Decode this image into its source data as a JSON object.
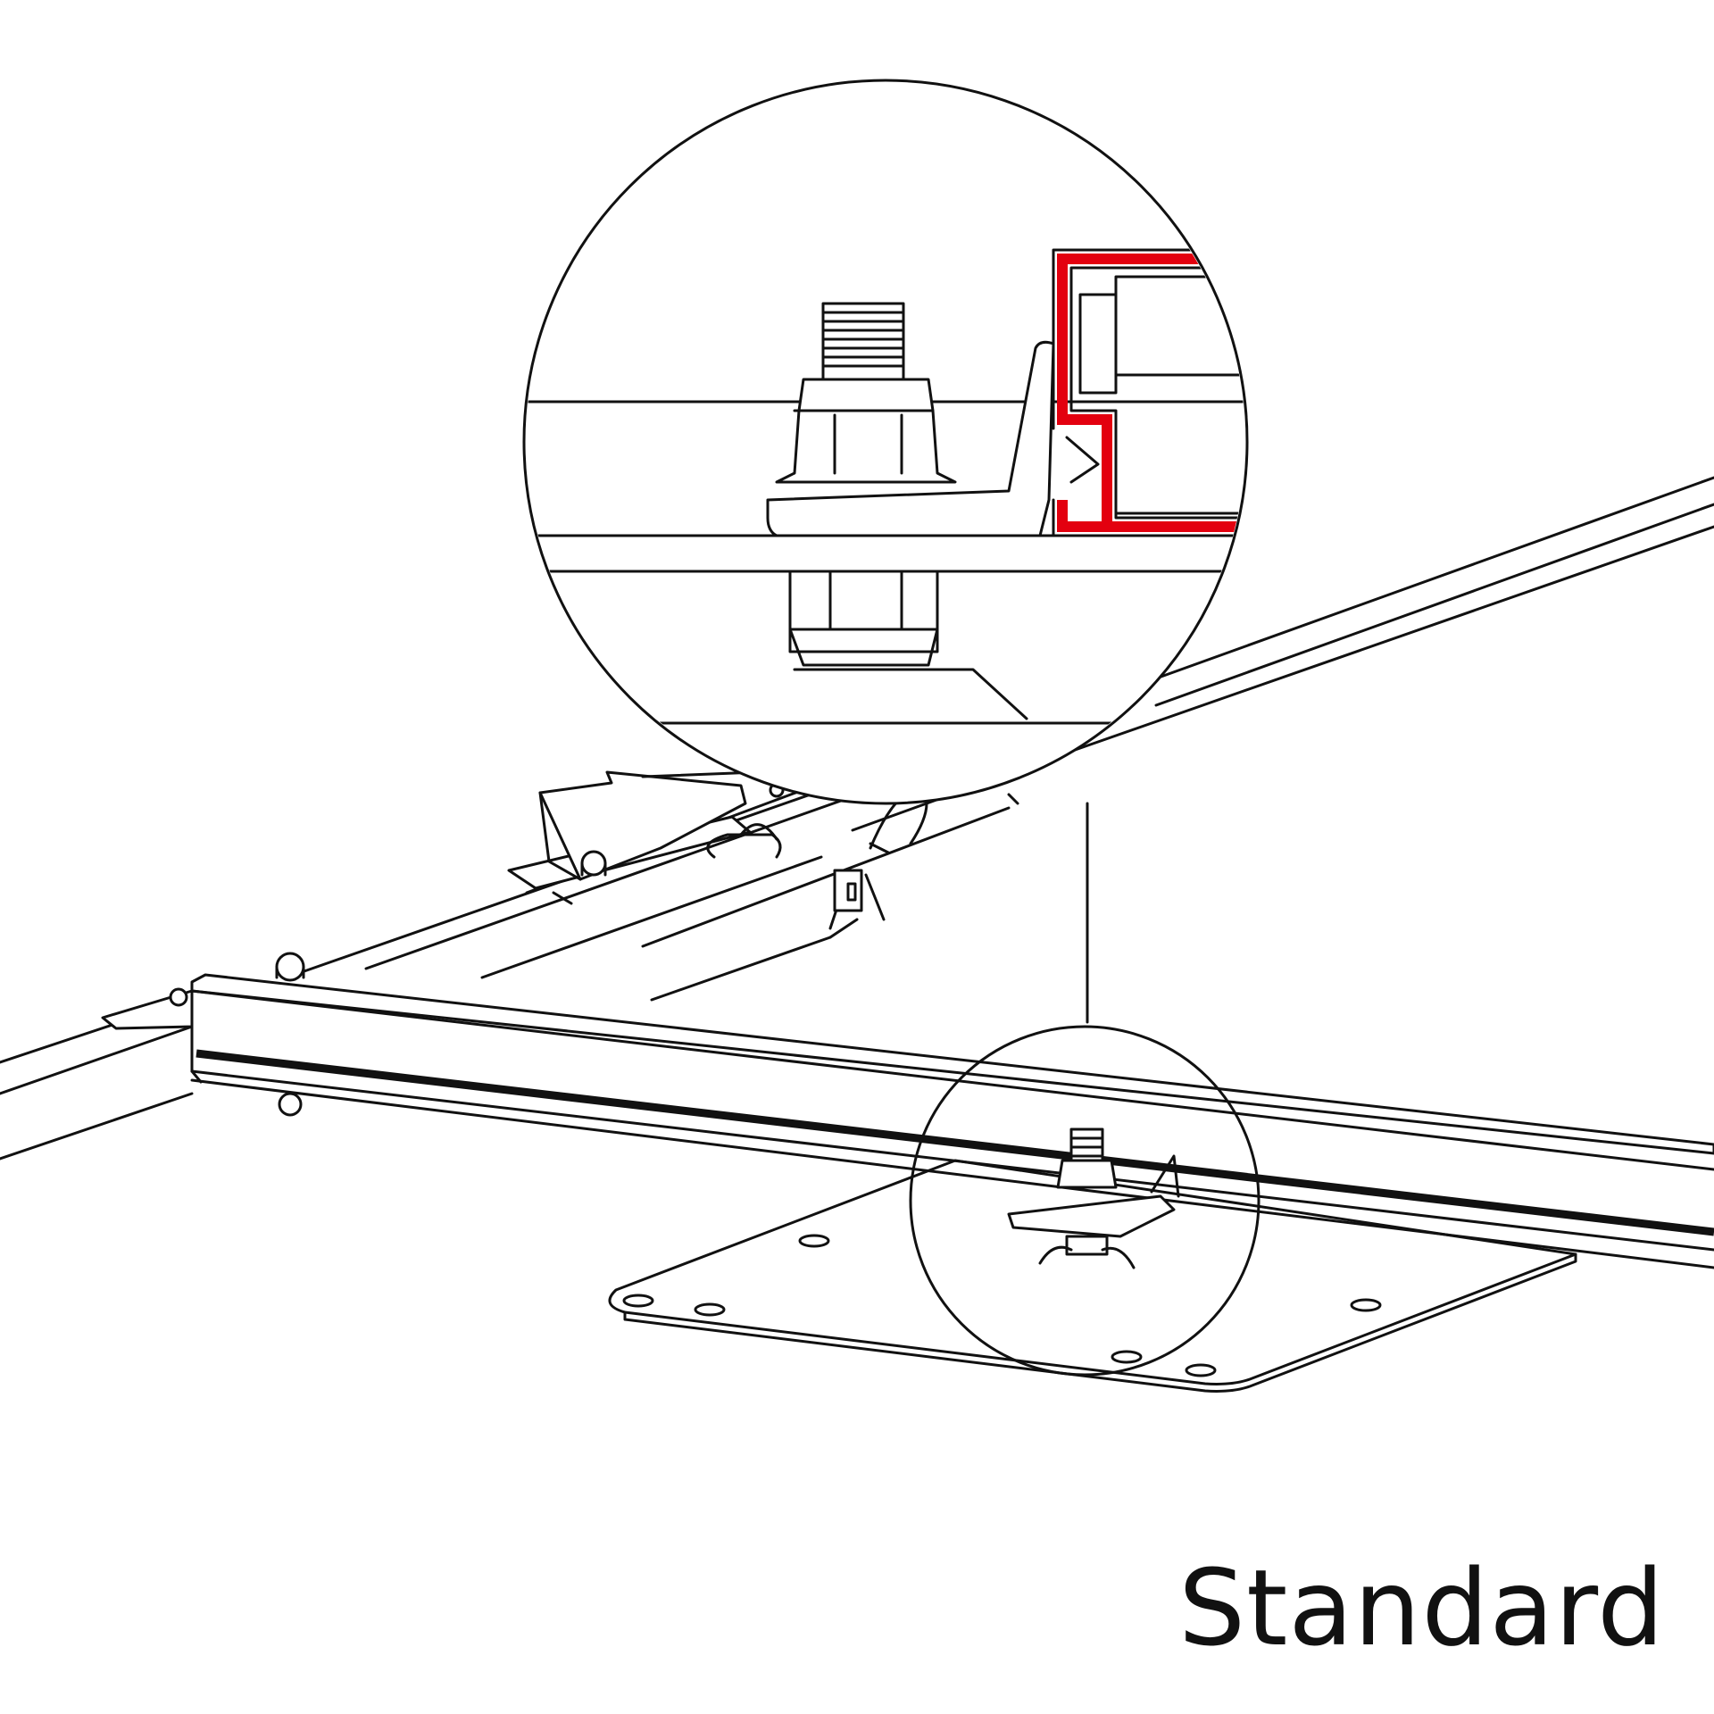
{
  "caption": "Standard",
  "colors": {
    "line": "#111111",
    "background": "#ffffff",
    "highlight": "#e3000f"
  },
  "callouts": [
    {
      "name": "detail-zoom",
      "description": ""
    },
    {
      "name": "mount-base-ring",
      "description": ""
    }
  ]
}
